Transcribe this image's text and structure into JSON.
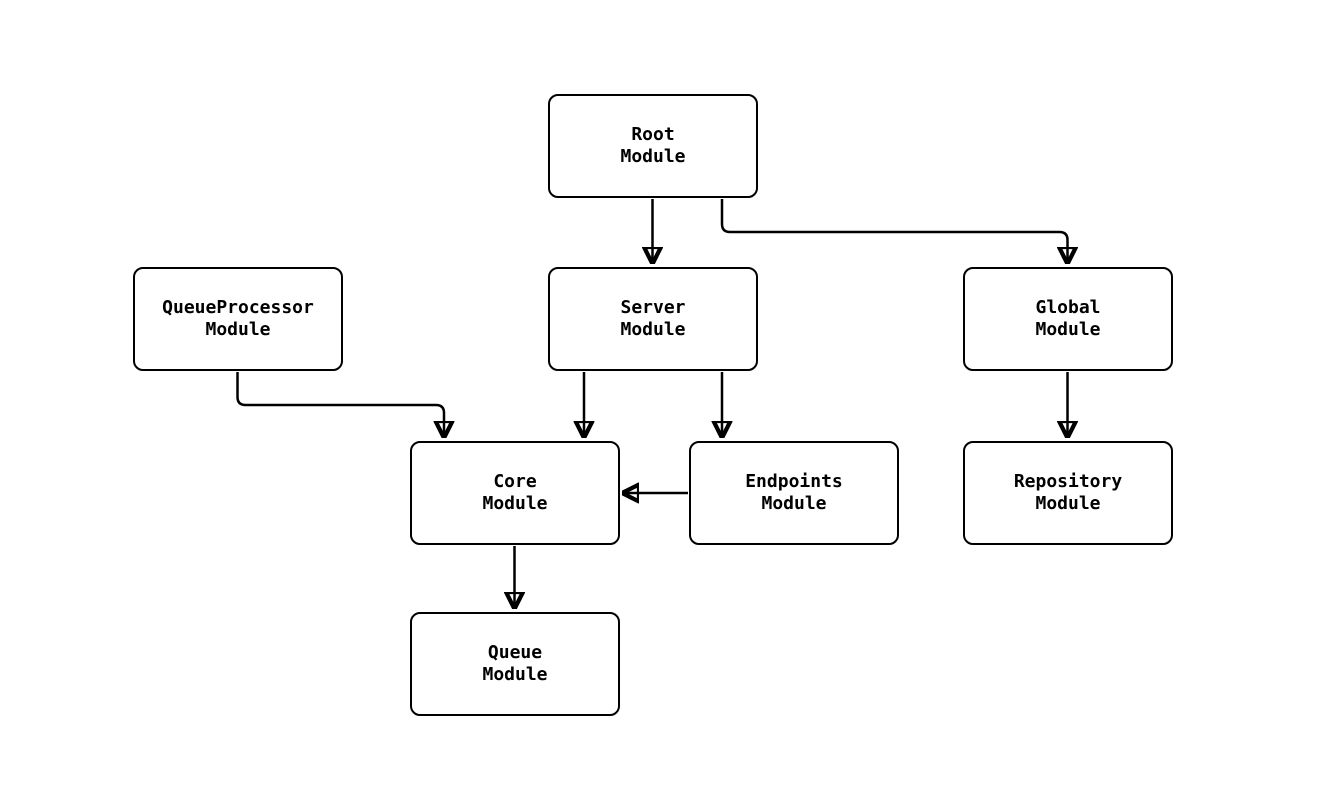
{
  "diagram": {
    "type": "module-dependency-graph",
    "background_color": "#ffffff",
    "stroke_color": "#000000",
    "nodes": {
      "root": {
        "line1": "Root",
        "line2": "Module"
      },
      "server": {
        "line1": "Server",
        "line2": "Module"
      },
      "queueprocessor": {
        "line1": "QueueProcessor",
        "line2": "Module"
      },
      "global": {
        "line1": "Global",
        "line2": "Module"
      },
      "core": {
        "line1": "Core",
        "line2": "Module"
      },
      "endpoints": {
        "line1": "Endpoints",
        "line2": "Module"
      },
      "repository": {
        "line1": "Repository",
        "line2": "Module"
      },
      "queue": {
        "line1": "Queue",
        "line2": "Module"
      }
    },
    "edges": [
      {
        "from": "Root Module",
        "to": "Server Module"
      },
      {
        "from": "Root Module",
        "to": "Global Module"
      },
      {
        "from": "QueueProcessor Module",
        "to": "Core Module"
      },
      {
        "from": "Server Module",
        "to": "Core Module"
      },
      {
        "from": "Server Module",
        "to": "Endpoints Module"
      },
      {
        "from": "Endpoints Module",
        "to": "Core Module"
      },
      {
        "from": "Global Module",
        "to": "Repository Module"
      },
      {
        "from": "Core Module",
        "to": "Queue Module"
      }
    ]
  }
}
